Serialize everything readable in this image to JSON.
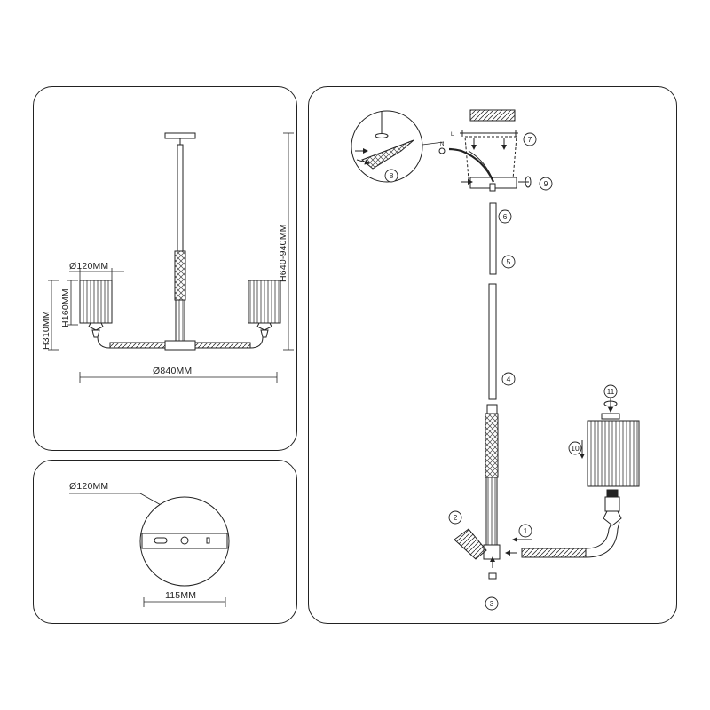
{
  "dimension_panel": {
    "shade_diameter": "Ø120MM",
    "shade_height": "H160MM",
    "overall_height": "H310MM",
    "total_height_range": "H640-940MM",
    "span_diameter": "Ø840MM"
  },
  "canopy_panel": {
    "plate_diameter": "Ø120MM",
    "mounting_distance": "115MM"
  },
  "assembly_panel": {
    "step_numbers": [
      "1",
      "2",
      "3",
      "4",
      "5",
      "6",
      "7",
      "8",
      "9",
      "10",
      "11"
    ],
    "wire_labels": [
      "L",
      "N"
    ]
  }
}
